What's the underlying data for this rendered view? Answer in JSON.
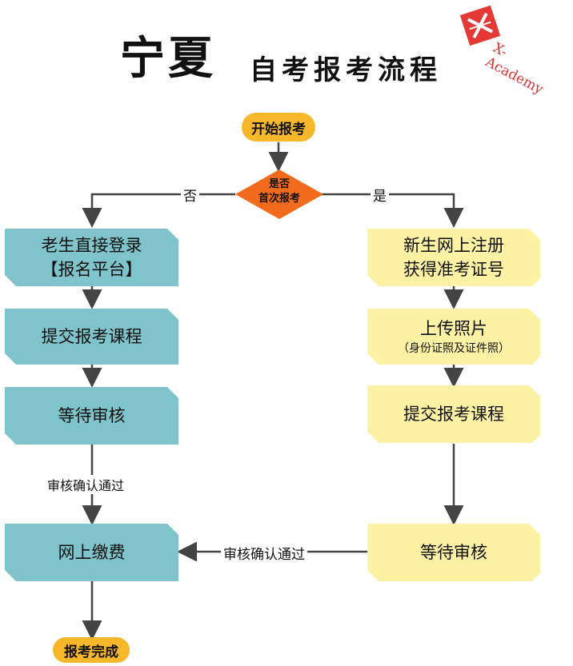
{
  "header": {
    "title_big": "宁夏",
    "title_small": "自考报考流程",
    "logo_text": "X-Academy"
  },
  "start": "开始报考",
  "decision": {
    "line1": "是否",
    "line2": "首次报考"
  },
  "branch_no": "否",
  "branch_yes": "是",
  "left_steps": {
    "step1_line1": "老生直接登录",
    "step1_line2": "【报名平台】",
    "step2": "提交报考课程",
    "step3": "等待审核",
    "step4": "网上缴费"
  },
  "right_steps": {
    "step1_line1": "新生网上注册",
    "step1_line2": "获得准考证号",
    "step2_line1": "上传照片",
    "step2_line2": "（身份证照及证件照）",
    "step3": "提交报考课程",
    "step4": "等待审核"
  },
  "edge_left_confirm": "审核确认通过",
  "edge_right_confirm": "审核确认通过",
  "end": "报考完成",
  "colors": {
    "teal": "#7fc3cb",
    "yellow": "#fdf1a4",
    "orange": "#f7b72b",
    "decision": "#f26a1b",
    "line": "#444444"
  }
}
